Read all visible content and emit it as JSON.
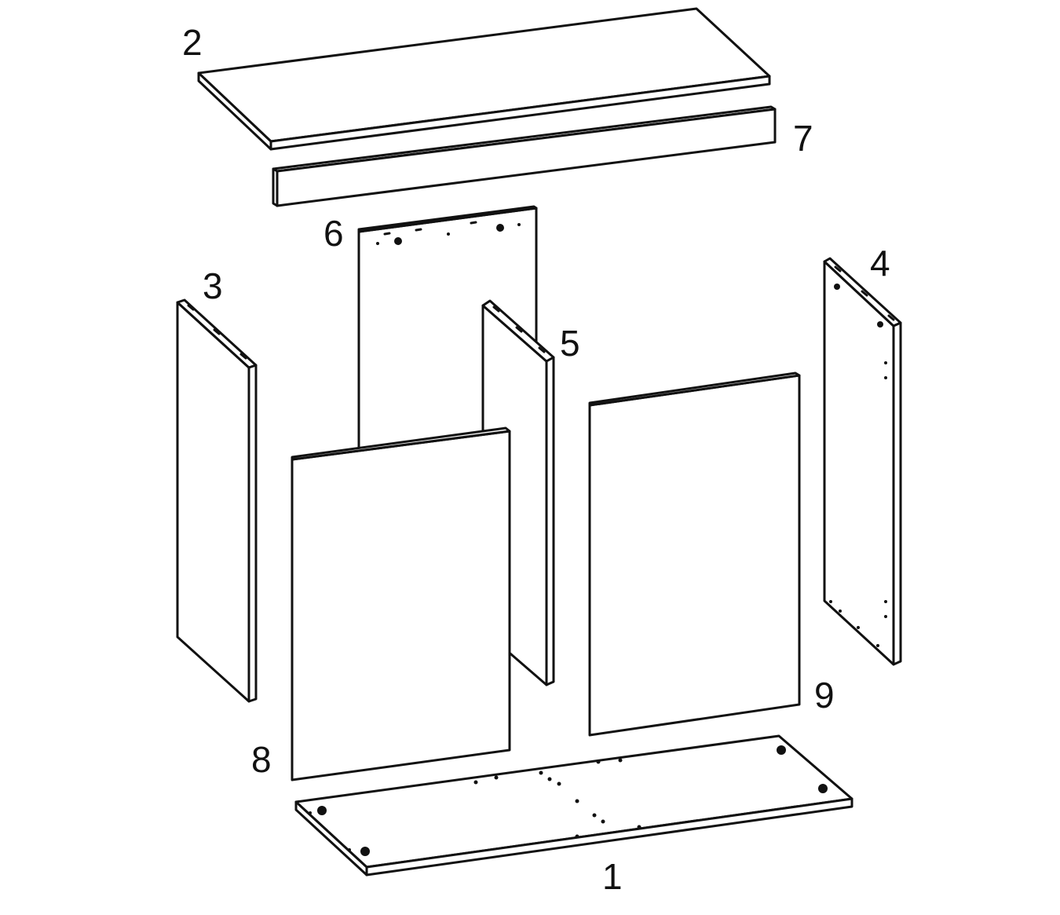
{
  "diagram": {
    "colors": {
      "line": "#111111",
      "fill": "#ffffff",
      "background": "#ffffff"
    },
    "parts": [
      {
        "id": "top-panel",
        "label": "2"
      },
      {
        "id": "front-rail",
        "label": "7"
      },
      {
        "id": "back-panel",
        "label": "6"
      },
      {
        "id": "left-side-panel",
        "label": "3"
      },
      {
        "id": "middle-divider",
        "label": "5"
      },
      {
        "id": "right-side-panel",
        "label": "4"
      },
      {
        "id": "left-door",
        "label": "8"
      },
      {
        "id": "right-door",
        "label": "9"
      },
      {
        "id": "bottom-panel",
        "label": "1"
      }
    ]
  }
}
